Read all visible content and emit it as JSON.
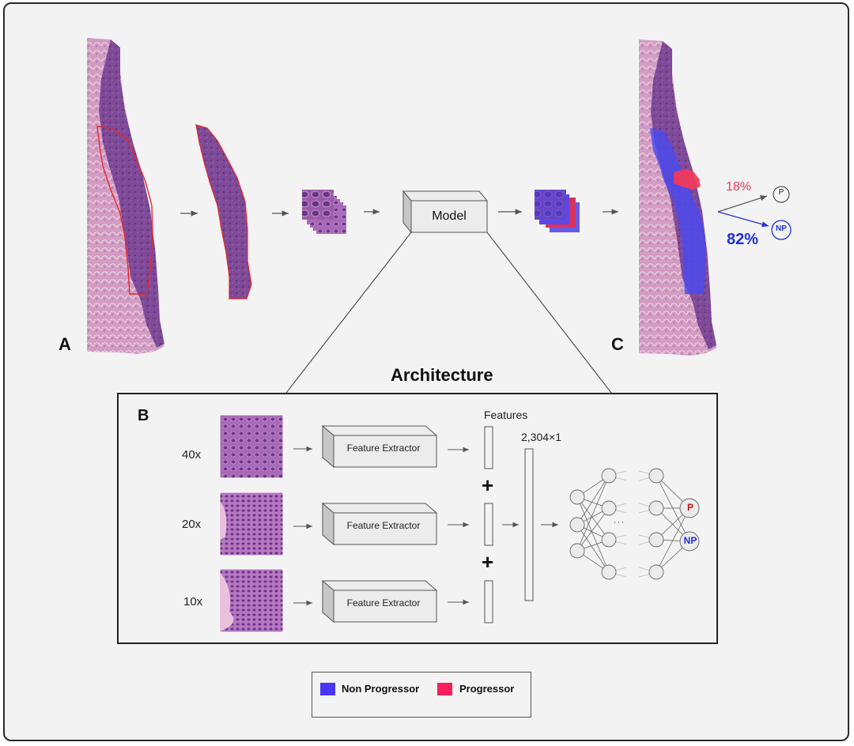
{
  "panels": {
    "a_label": "A",
    "b_label": "B",
    "c_label": "C"
  },
  "model": {
    "label": "Model"
  },
  "architecture": {
    "title": "Architecture",
    "magnifications": [
      "40x",
      "20x",
      "10x"
    ],
    "extractor_label": "Feature Extractor",
    "features_label": "Features",
    "concat_dim": "2,304×1",
    "plus_symbol": "+",
    "ellipsis": "···",
    "output_nodes": [
      {
        "label": "P",
        "color": "#d01010"
      },
      {
        "label": "NP",
        "color": "#1f2fe0"
      }
    ]
  },
  "prediction": {
    "progressor_pct": "18%",
    "non_progressor_pct": "82%",
    "progressor_node": "P",
    "non_progressor_node": "NP"
  },
  "legend": {
    "items": [
      {
        "label": "Non Progressor",
        "color": "#4a35f5"
      },
      {
        "label": "Progressor",
        "color": "#f71f5a"
      }
    ]
  },
  "colors": {
    "tissue_light": "#c98fb8",
    "tissue_dark": "#7a4a92",
    "annotation": "#e8282b",
    "overlay_np": "#4a4af0",
    "overlay_p": "#f23a5a"
  }
}
